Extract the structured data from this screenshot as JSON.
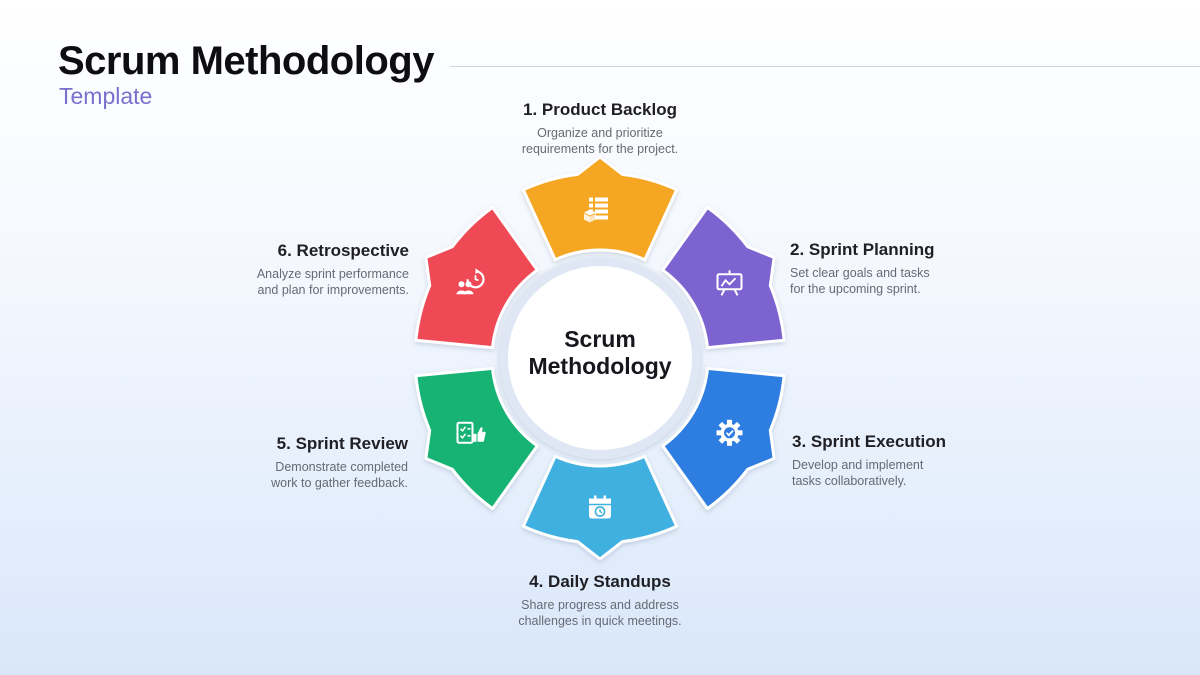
{
  "header": {
    "title": "Scrum Methodology",
    "subtitle": "Template"
  },
  "center": {
    "line1": "Scrum",
    "line2": "Methodology"
  },
  "steps": [
    {
      "title": "1. Product Backlog",
      "desc1": "Organize and prioritize",
      "desc2": "requirements for the project.",
      "color": "#F5A623",
      "icon": "backlog-list-icon"
    },
    {
      "title": "2. Sprint Planning",
      "desc1": "Set clear goals and tasks",
      "desc2": "for the upcoming sprint.",
      "color": "#7B63D0",
      "icon": "planning-board-icon"
    },
    {
      "title": "3. Sprint Execution",
      "desc1": "Develop and implement",
      "desc2": "tasks collaboratively.",
      "color": "#2F7DE1",
      "icon": "gear-check-icon"
    },
    {
      "title": "4. Daily Standups",
      "desc1": "Share progress and address",
      "desc2": "challenges in quick meetings.",
      "color": "#3FB0E0",
      "icon": "calendar-clock-icon"
    },
    {
      "title": "5. Sprint Review",
      "desc1": "Demonstrate completed",
      "desc2": "work to gather feedback.",
      "color": "#13B374",
      "icon": "checklist-thumbs-up-icon"
    },
    {
      "title": "6. Retrospective",
      "desc1": "Analyze sprint performance",
      "desc2": "and plan for improvements.",
      "color": "#F04856",
      "icon": "team-review-icon"
    }
  ]
}
